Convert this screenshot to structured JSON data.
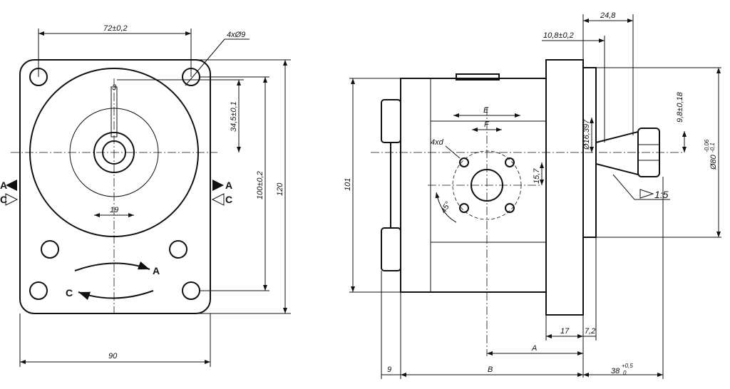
{
  "front_view": {
    "dim_bolt_spacing": "72±0,2",
    "dim_holes": "4xØ9",
    "dim_key": "3",
    "dim_key_height": "34,5±0,1",
    "dim_shaft": "19",
    "dim_vert_spacing": "100±0,2",
    "dim_height": "120",
    "dim_width": "90",
    "port_a": "A",
    "port_c": "C",
    "port_a_right": "A",
    "port_c_right": "C",
    "rot_a": "A",
    "rot_c": "C"
  },
  "side_view": {
    "dim_height": "101",
    "dim_e": "E",
    "dim_f": "F",
    "dim_ports": "4xd",
    "dim_157": "15,7",
    "dim_angle": "45°",
    "dim_cone_dia": "Ø16,397",
    "dim_thread": "9,8±0,18",
    "dim_pilot": "Ø80",
    "pilot_tol_upper": "-0,06",
    "pilot_tol_lower": "-0,1",
    "taper": "1:5",
    "dim_248": "24,8",
    "dim_108": "10,8±0,2",
    "dim_17": "17",
    "dim_72": "7,2",
    "dim_a": "A",
    "dim_9": "9",
    "dim_b": "B",
    "dim_38": "38",
    "tol_38_upper": "+0,5",
    "tol_38_lower": "0"
  }
}
